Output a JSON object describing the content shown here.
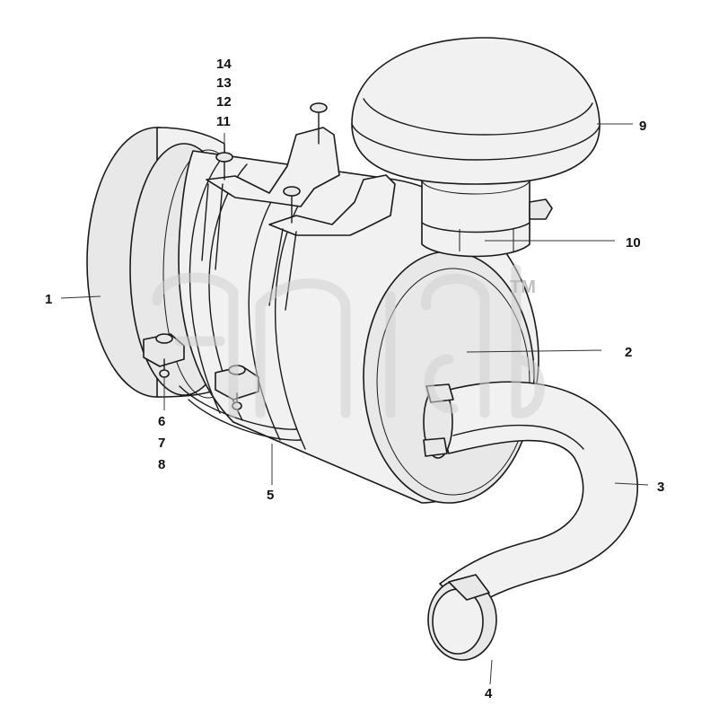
{
  "diagram": {
    "callouts": {
      "c1": "1",
      "c2": "2",
      "c3": "3",
      "c4": "4",
      "c5": "5",
      "c6": "6",
      "c7": "7",
      "c8": "8",
      "c9": "9",
      "c10": "10",
      "c11": "11",
      "c12": "12",
      "c13": "13",
      "c14": "14"
    },
    "watermark": {
      "trademark": "TM"
    }
  }
}
